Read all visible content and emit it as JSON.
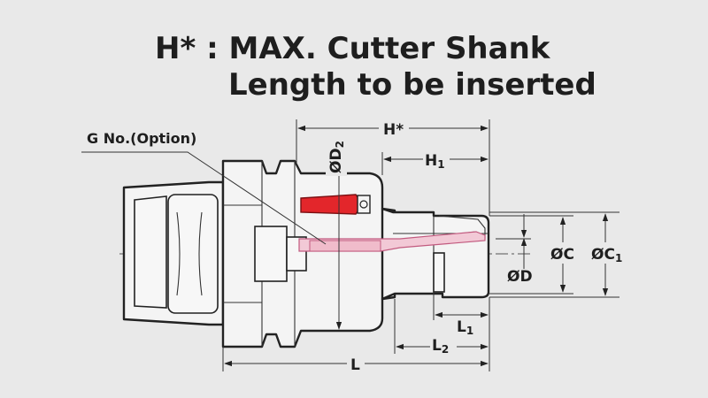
{
  "title": {
    "line1": "H* : MAX. Cutter Shank",
    "line2": "Length to be inserted"
  },
  "callout": {
    "g_no": "G No.(Option)"
  },
  "dimensions": {
    "h_star": "H*",
    "h1_main": "H",
    "h1_sub": "1",
    "d2_main": "ØD",
    "d2_sub": "2",
    "c": "ØC",
    "c1_main": "ØC",
    "c1_sub": "1",
    "d": "ØD",
    "l1_main": "L",
    "l1_sub": "1",
    "l2_main": "L",
    "l2_sub": "2",
    "l": "L"
  },
  "colors": {
    "background": "#e9e9e9",
    "screw": "#e3262b",
    "clamping_zone": "#f2c9d6"
  }
}
